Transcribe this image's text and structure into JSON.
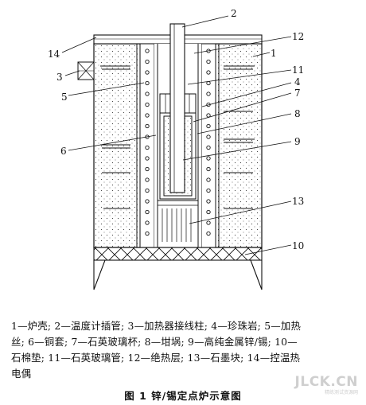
{
  "diagram": {
    "labels": [
      "1",
      "2",
      "3",
      "4",
      "5",
      "6",
      "7",
      "8",
      "9",
      "10",
      "11",
      "12",
      "13",
      "14"
    ]
  },
  "legend": {
    "lines": [
      "1—炉壳; 2—温度计插管; 3—加热器接线柱; 4—珍珠岩; 5—加热",
      "丝; 6—铜套; 7—石英玻璃杯; 8—坩埚; 9—高纯金属锌/锡; 10—",
      "石棉垫; 11—石英玻璃管; 12—绝热层; 13—石墨块; 14—控温热",
      "电偶"
    ]
  },
  "caption": "图 1   锌/锡定点炉示意图",
  "watermark": {
    "text": "JLCK.CN",
    "sub": "精练测试资源网"
  }
}
